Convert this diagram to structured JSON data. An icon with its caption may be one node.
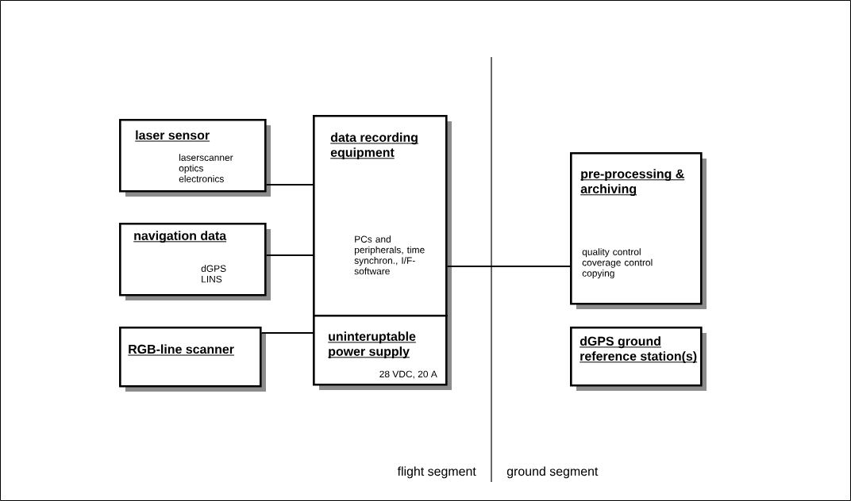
{
  "diagram": {
    "nodes": [
      {
        "text": [
          "laser sensor",
          "laserscanner optics electronics"
        ]
      },
      {
        "text": [
          "navigation data",
          "dGPS LINS"
        ]
      },
      {
        "text": [
          "RGB-line scanner"
        ]
      },
      {
        "text": [
          "data recording equipment",
          "PCs and peripherals, time synchron., I/F-software"
        ]
      },
      {
        "text": [
          "uninteruptable power supply",
          "28 VDC, 20 A"
        ]
      },
      {
        "text": [
          "pre-processing & archiving",
          "quality control coverage control copying"
        ]
      },
      {
        "text": [
          "dGPS ground reference station(s)"
        ]
      }
    ],
    "edges": [
      {
        "from": 0,
        "to": 3,
        "arrow": "none"
      },
      {
        "from": 1,
        "to": 3,
        "arrow": "none"
      },
      {
        "from": 2,
        "to": 4,
        "arrow": "none"
      },
      {
        "from": 3,
        "to": 5,
        "arrow": "none"
      }
    ],
    "labels": [
      "flight segment",
      "ground segment"
    ]
  }
}
